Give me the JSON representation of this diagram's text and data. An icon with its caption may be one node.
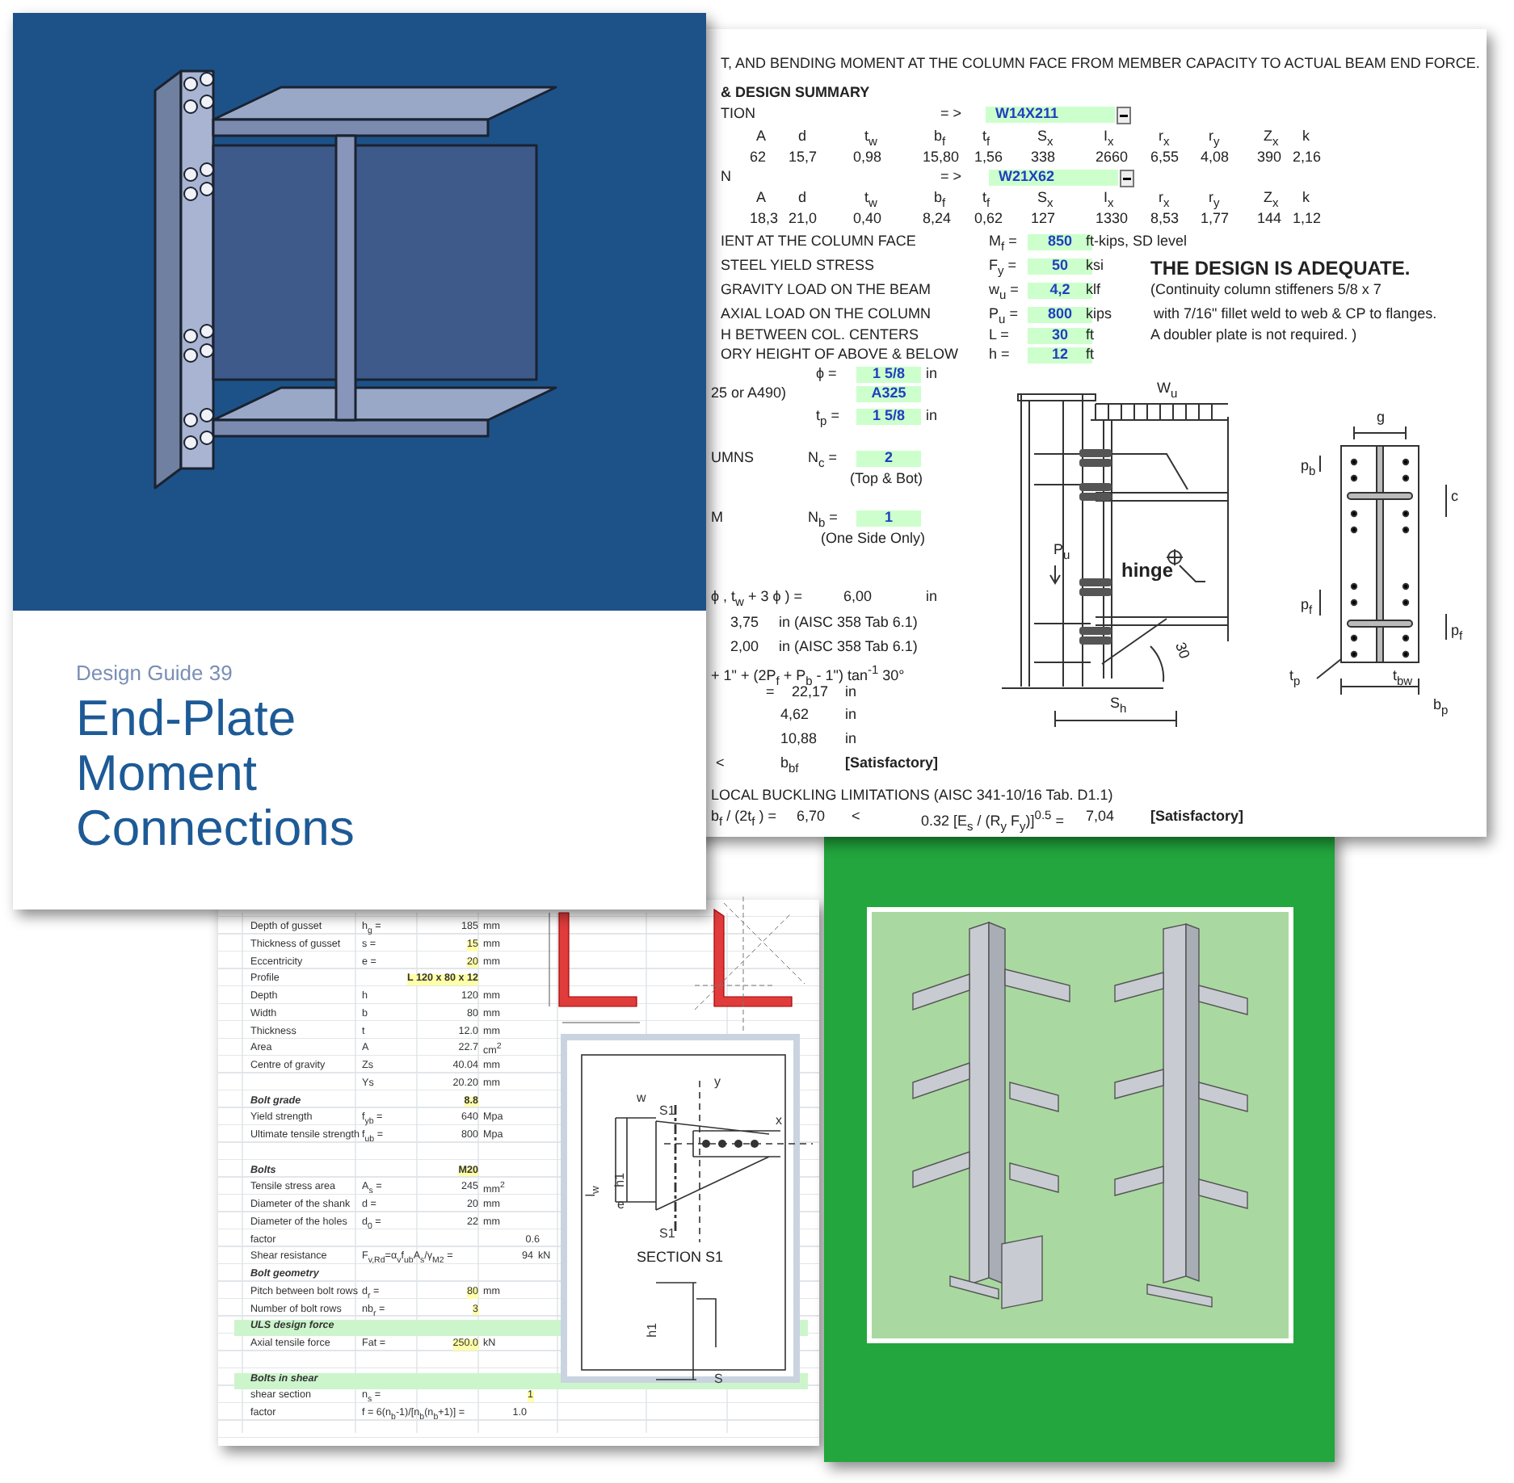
{
  "diagram": {
    "nodes": [
      {
        "text": [
          "Design Guide 39",
          "End-Plate Moment Connections"
        ]
      }
    ],
    "labels": [
      "T, AND BENDING MOMENT AT THE COLUMN FACE FROM MEMBER CAPACITY TO ACTUAL BEAM END FORCE.",
      "& DESIGN SUMMARY",
      "TION",
      "= >",
      "W14X211",
      "A",
      "d",
      "t$_{w}$",
      "b$_{f}$",
      "t$_{f}$",
      "S$_{x}$",
      "I$_{x}$",
      "r$_{x}$",
      "r$_{y}$",
      "Z$_{x}$",
      "k",
      "62",
      "15,7",
      "0,98",
      "15,80",
      "1,56",
      "338",
      "2660",
      "6,55",
      "4,08",
      "390",
      "2,16",
      "N",
      "= >",
      "W21X62",
      "A",
      "d",
      "t$_{w}$",
      "b$_{f}$",
      "t$_{f}$",
      "S$_{x}$",
      "I$_{x}$",
      "r$_{x}$",
      "r$_{y}$",
      "Z$_{x}$",
      "k",
      "18,3",
      "21,0",
      "0,40",
      "8,24",
      "0,62",
      "127",
      "1330",
      "8,53",
      "1,77",
      "144",
      "1,12",
      "IENT AT THE COLUMN FACE",
      "M$_{f}$ =",
      "850",
      "ft-kips, SD level",
      "STEEL YIELD STRESS",
      "F$_{y}$ =",
      "50",
      "ksi",
      "THE DESIGN IS ADEQUATE.",
      "GRAVITY LOAD ON THE BEAM",
      "w$_{u}$ =",
      "4,2",
      "klf",
      "(Continuity column stiffeners 5/8 x 7",
      "AXIAL LOAD ON THE COLUMN",
      "P$_{u}$ =",
      "800",
      "kips",
      "with 7/16\" fillet weld to web & CP to flanges.",
      "H BETWEEN COL. CENTERS",
      "L =",
      "30",
      "ft",
      "A doubler plate is not required. )",
      "ORY HEIGHT OF ABOVE & BELOW",
      "h =",
      "12",
      "ft",
      "ϕ =",
      "1 5/8",
      "in",
      "25 or A490)",
      "A325",
      "t$_{p}$ =",
      "1 5/8",
      "in",
      "UMNS",
      "N$_{c}$ =",
      "2",
      "(Top & Bot)",
      "M",
      "N$_{b}$ =",
      "1",
      "(One Side Only)",
      "ϕ , t$_{w}$ + 3 ϕ ) =",
      "6,00",
      "in",
      "3,75",
      "in (AISC 358 Tab 6.1)",
      "2,00",
      "in (AISC 358 Tab 6.1)",
      "+ 1\" + (2P$_{f}$ + P$_{b}$ - 1\") tan$^{-1}$ 30°",
      "=",
      "22,17",
      "in",
      "4,62",
      "in",
      "10,88",
      "in",
      "<",
      "b$_{bf}$",
      "[Satisfactory]",
      "LOCAL BUCKLING LIMITATIONS (AISC 341-10/16 Tab. D1.1)",
      "b$_{f}$ / (2t$_{f}$ ) =",
      "6,70",
      "<",
      "0.32 [E$_{s}$ / (R$_{y}$ F$_{y}$)]$^{0.5}$ =",
      "7,04",
      "[Satisfactory]",
      "W$_{u}$",
      "P$_{u}$",
      "hinge",
      "30",
      "S$_{h}$",
      "g",
      "p$_{b}$",
      "c",
      "p$_{f}$",
      "p$_{f}$",
      "t$_{p}$",
      "t$_{bw}$",
      "b$_{p}$",
      "Depth of gusset",
      "h$_{g}$ =",
      "185",
      "mm",
      "Thickness of gusset",
      "s =",
      "15",
      "mm",
      "Eccentricity",
      "e =",
      "20",
      "mm",
      "Profile",
      "L 120 x 80 x 12",
      "Depth",
      "h",
      "120",
      "mm",
      "Width",
      "b",
      "80",
      "mm",
      "Thickness",
      "t",
      "12.0",
      "mm",
      "Area",
      "A",
      "22.7",
      "cm$^{2}$",
      "Centre of gravity",
      "Zs",
      "40.04",
      "mm",
      "Ys",
      "20.20",
      "mm",
      "Bolt grade",
      "8.8",
      "Yield strength",
      "f$_{yb}$ =",
      "640",
      "Mpa",
      "Ultimate tensile strength",
      "f$_{ub}$ =",
      "800",
      "Mpa",
      "Bolts",
      "M20",
      "Tensile stress area",
      "A$_{s}$ =",
      "245",
      "mm$^{2}$",
      "Diameter of the shank",
      "d =",
      "20",
      "mm",
      "Diameter of the holes",
      "d$_{0}$ =",
      "22",
      "mm",
      "factor",
      "0.6",
      "Shear resistance",
      "F$_{v,Rd}$=α$_{v}$f$_{ub}$A$_{s}$/γ$_{M2}$ =",
      "94",
      "kN",
      "Bolt geometry",
      "Pitch between bolt rows",
      "d$_{r}$ =",
      "80",
      "mm",
      "Number of bolt rows",
      "nb$_{r}$ =",
      "3",
      "ULS design force",
      "Axial tensile force",
      "Fat =",
      "250.0",
      "kN",
      "Bolts in shear",
      "shear section",
      "n$_{s}$ =",
      "1",
      "factor",
      "f = 6(n$_{b}$-1)/[n$_{b}$(n$_{b}$+1)] =",
      "1.0",
      "w",
      "S1",
      "y",
      "x",
      "l$_{w}$",
      "h1",
      "e",
      "S1",
      "SECTION S1",
      "h1",
      "S"
    ]
  }
}
